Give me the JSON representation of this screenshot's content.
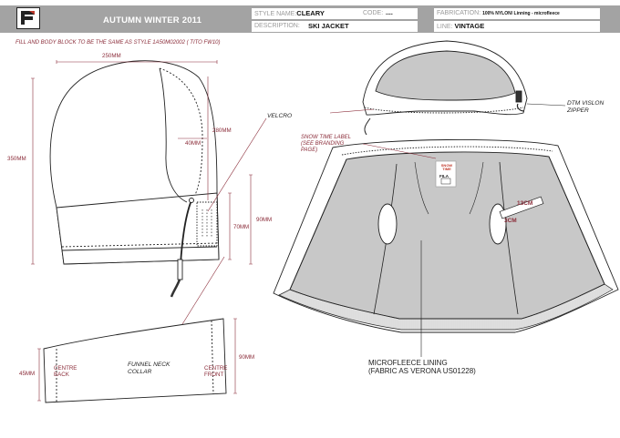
{
  "header": {
    "logo_label": "FILA",
    "season": "AUTUMN WINTER 2011",
    "style_name_label": "STYLE NAME:",
    "style_name_value": "CLEARY",
    "code_label": "CODE:",
    "code_value": "....",
    "fabrication_label": "FABRICATION:",
    "fabrication_value": "100% NYLON/ Linning - microfleece",
    "description_label": "DESCRIPTION:",
    "description_value": "SKI JACKET",
    "line_label": "LINE:",
    "line_value": "VINTAGE"
  },
  "notes": {
    "fill_note": "FILL AND BODY BLOCK TO BE THE SAME AS STYLE 1A50M02002 ( TITO FW10)",
    "velcro": "VELCRO",
    "zipper_1": "DTM VISLON",
    "zipper_2": "ZIPPER",
    "snow_label_1": "SNOW TIME LABEL",
    "snow_label_2": "(SEE BRANDING",
    "snow_label_3": "PAGE)",
    "funnel_1": "FUNNEL NECK",
    "funnel_2": "COLLAR",
    "centre_back_1": "CENTRE",
    "centre_back_2": "BACK",
    "centre_front_1": "CENTRE",
    "centre_front_2": "FRONT",
    "lining_1": "MICROFLEECE LINING",
    "lining_2": "(FABRIC AS VERONA US01228)",
    "label_brand": "FILA",
    "label_snow": "SNOW TIME"
  },
  "dimensions": {
    "width_250": "250MM",
    "height_350": "350MM",
    "d_280": "280MM",
    "d_40": "40MM",
    "d_70": "70MM",
    "d_90": "90MM",
    "d_collar_90": "90MM",
    "d_45": "45MM",
    "d_13cm_a": "13CM",
    "d_13cm_b": "3CM"
  },
  "colors": {
    "header_grey": "#a3a3a3",
    "annotation_red": "#8b2d3a",
    "lining_grey": "#c8c8c8"
  }
}
